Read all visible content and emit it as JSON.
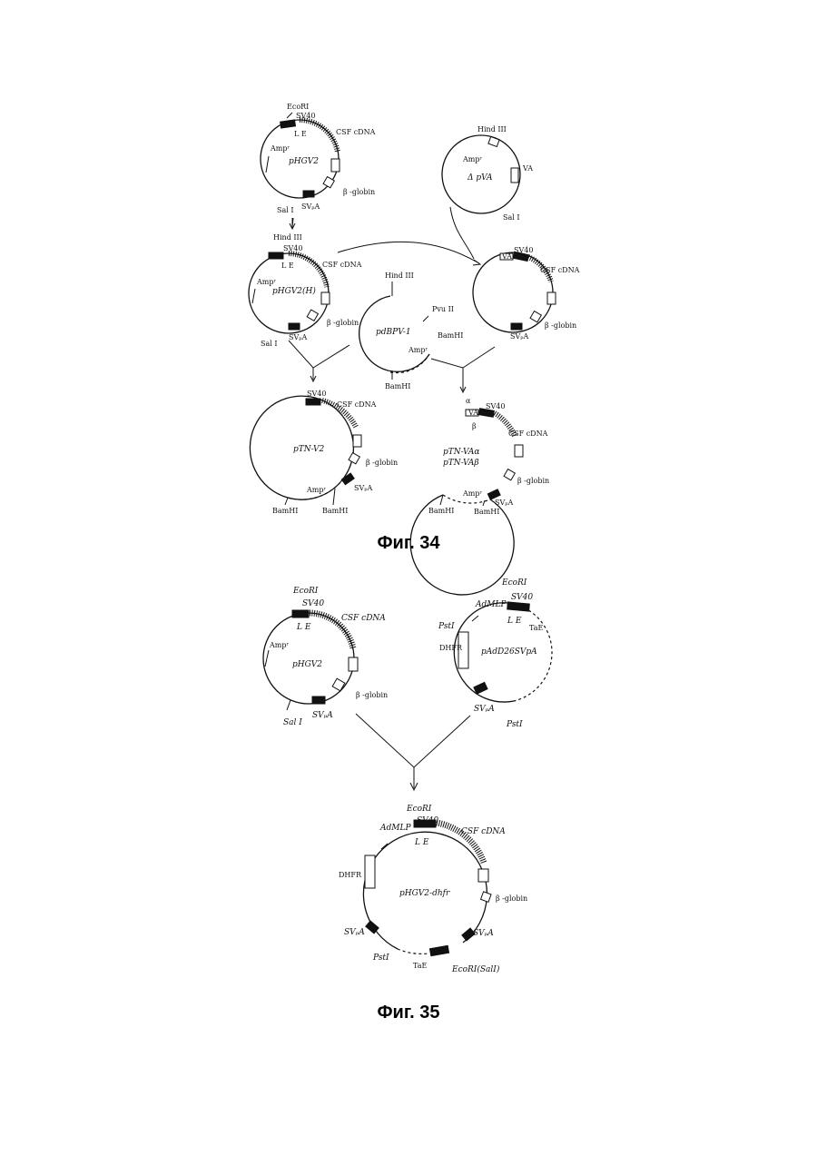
{
  "figures": [
    {
      "caption": "Фиг. 34"
    },
    {
      "caption": "Фиг. 35"
    }
  ],
  "fig34": {
    "phgv2": {
      "name": "pHGV2",
      "ecori": "EcoRI",
      "sv40": "SV40",
      "le": "L E",
      "csf": "CSF cDNA",
      "amp": "Ampʳ",
      "globin": "β -globin",
      "svpa": "SVₚA",
      "sal": "Sal I"
    },
    "pva": {
      "name": "Δ pVA",
      "hind": "Hind III",
      "va": "VA",
      "amp": "Ampʳ",
      "sal": "Sal I"
    },
    "phgv2h": {
      "name": "pHGV2(H)",
      "hind": "Hind III",
      "sv40": "SV40",
      "le": "L E",
      "csf": "CSF cDNA",
      "amp": "Ampʳ",
      "globin": "β -globin",
      "svpa": "SVₚA",
      "sal": "Sal I"
    },
    "pbpv": {
      "name": "pdBPV-1",
      "hind": "Hind III",
      "pvu": "Pvu II",
      "bam1": "BamHI",
      "bam2": "BamHI",
      "amp": "Ampʳ"
    },
    "pva_csf": {
      "va": "VA",
      "sv40": "SV40",
      "csf": "CSF cDNA",
      "globin": "β -globin",
      "svpa": "SVₚA"
    },
    "ptnv2": {
      "name": "pTN-V2",
      "sv40": "SV40",
      "csf": "CSF cDNA",
      "globin": "β -globin",
      "svpa": "SVₚA",
      "amp": "Ampʳ",
      "bam1": "BamHI",
      "bam2": "BamHI"
    },
    "ptnva": {
      "name1": "pTN-VAα",
      "name2": "pTN-VAβ",
      "alpha": "α",
      "beta": "β",
      "va": "VA",
      "sv40": "SV40",
      "csf": "CSF cDNA",
      "globin": "β -globin",
      "svpa": "SVₚA",
      "amp": "Ampʳ",
      "bam1": "BamHI",
      "bam2": "BamHI"
    }
  },
  "fig35": {
    "phgv2": {
      "name": "pHGV2",
      "ecori": "EcoRI",
      "sv40": "SV40",
      "le": "L E",
      "csf": "CSF cDNA",
      "amp": "Ampʳ",
      "globin": "β -globin",
      "svpa": "SVₚA",
      "sal": "Sal I"
    },
    "padd": {
      "name": "pAdD26SVpA",
      "ecori": "EcoRI",
      "admlp": "AdMLP",
      "sv40": "SV40",
      "le": "L E",
      "tac": "TaE",
      "pst1": "PstI",
      "pst2": "PstI",
      "dhfr": "DHFR",
      "svpa": "SVₚA"
    },
    "dhfr": {
      "name": "pHGV2-dhfr",
      "ecori": "EcoRI",
      "admlp": "AdMLP",
      "sv40": "SV40",
      "le": "L E",
      "csf": "CSF cDNA",
      "dhfr": "DHFR",
      "globin": "β -globin",
      "svpa1": "SVₚA",
      "svpa2": "SVₚA",
      "pst": "PstI",
      "tac": "TaE",
      "ecosal": "EcoRI(SalI)"
    }
  }
}
